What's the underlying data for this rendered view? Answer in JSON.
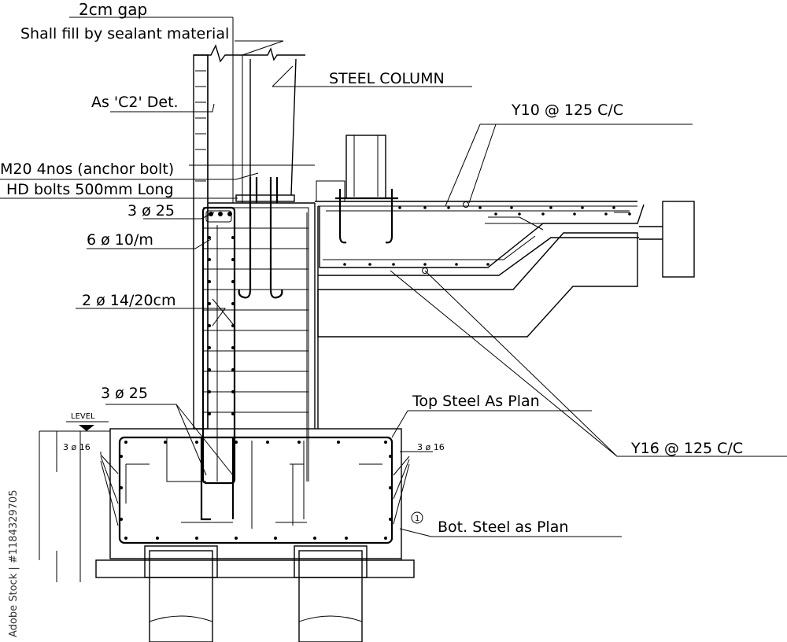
{
  "labels": {
    "gap_line1": "2cm gap",
    "gap_line2": "Shall fill by sealant material",
    "steel_column": "STEEL COLUMN",
    "as_c2": "As 'C2' Det.",
    "y10": "Y10 @ 125 C/C",
    "anchor_line1": "M20 4nos (anchor bolt)",
    "anchor_line2": "HD bolts 500mm Long",
    "bars_3_25_top": "3 ø 25",
    "bars_6_10": "6 ø 10/m",
    "bars_2_14": "2 ø 14/20cm",
    "bars_3_25_bottom": "3 ø 25",
    "top_steel": "Top Steel As Plan",
    "y16": "Y16 @ 125 C/C",
    "level": "LEVEL",
    "bars_3_16_left": "3 ø 16",
    "bars_3_16_right": "3 ø 16",
    "circle_marker": "1",
    "bot_steel": "Bot. Steel as Plan"
  },
  "credit": "Adobe Stock | #1184329705"
}
